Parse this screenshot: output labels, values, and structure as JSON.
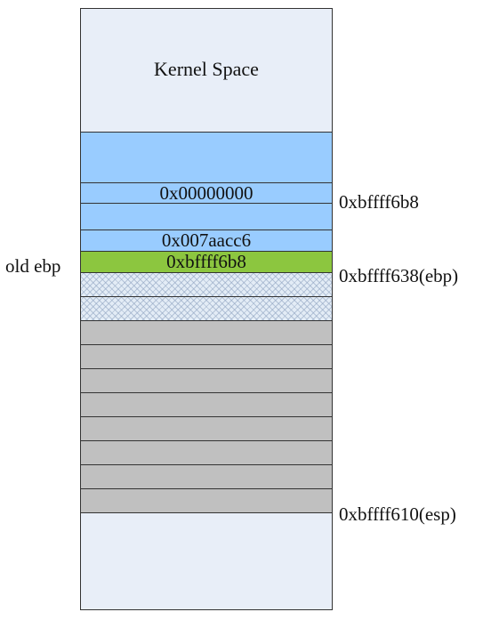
{
  "kernel_label": "Kernel Space",
  "cells": {
    "zero_value": "0x00000000",
    "ret_value": "0x007aacc6",
    "saved_ebp_value": "0xbffff6b8"
  },
  "labels": {
    "old_ebp": "old ebp",
    "addr_top": "0xbffff6b8",
    "addr_ebp": "0xbffff638(ebp)",
    "addr_esp": "0xbffff610(esp)"
  },
  "colors": {
    "kernel_bg": "#e8eef8",
    "blue": "#99ccff",
    "green": "#8cc63f",
    "gray": "#c0c0c0"
  }
}
